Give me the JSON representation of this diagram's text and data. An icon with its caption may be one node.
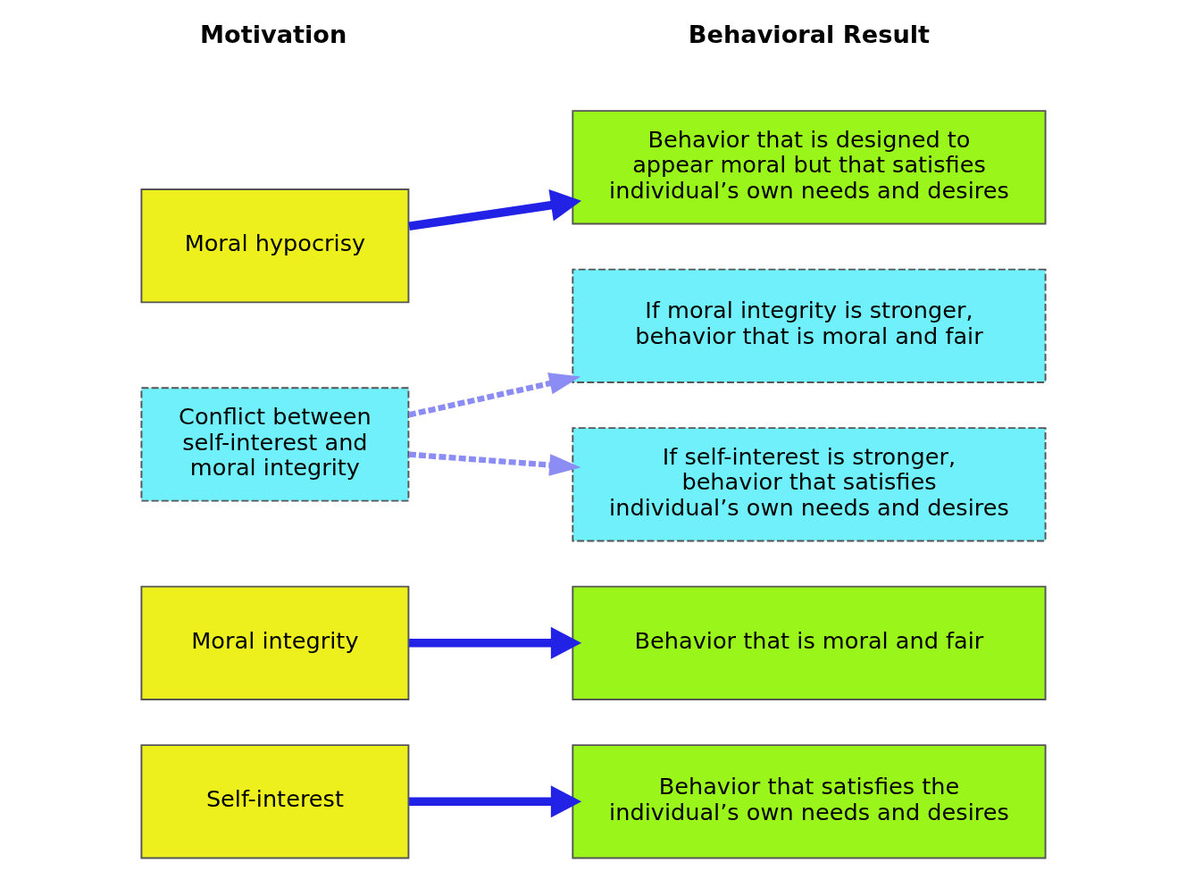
{
  "diagram": {
    "nodes": [
      {
        "text": [
          "Self-interest"
        ]
      },
      {
        "text": [
          "Behavior that satisfies the individual’s own needs and desires"
        ]
      },
      {
        "text": [
          "Moral integrity"
        ]
      },
      {
        "text": [
          "Behavior that is moral and fair"
        ]
      },
      {
        "text": [
          "Conflict between self-interest and moral integrity"
        ]
      },
      {
        "text": [
          "If self-interest is stronger, behavior that satisfies individual’s own needs and desires"
        ]
      },
      {
        "text": [
          "If moral integrity is stronger, behavior that is moral and fair"
        ]
      },
      {
        "text": [
          "Moral hypocrisy"
        ]
      },
      {
        "text": [
          "Behavior that is designed to appear moral but that satisfies individual’s own needs and desires"
        ]
      }
    ],
    "edges": [
      {
        "from": 0,
        "to": 1,
        "arrow": "to"
      },
      {
        "from": 2,
        "to": 3,
        "arrow": "to"
      },
      {
        "from": 4,
        "to": 5,
        "arrow": "to",
        "style": "dashed",
        "color": "#8c8cf5"
      },
      {
        "from": 4,
        "to": 6,
        "arrow": "to",
        "style": "dashed",
        "color": "#8c8cf5"
      },
      {
        "from": 7,
        "to": 8,
        "arrow": "to"
      }
    ],
    "labels": [
      "Motivation",
      "Behavioral Result"
    ]
  }
}
